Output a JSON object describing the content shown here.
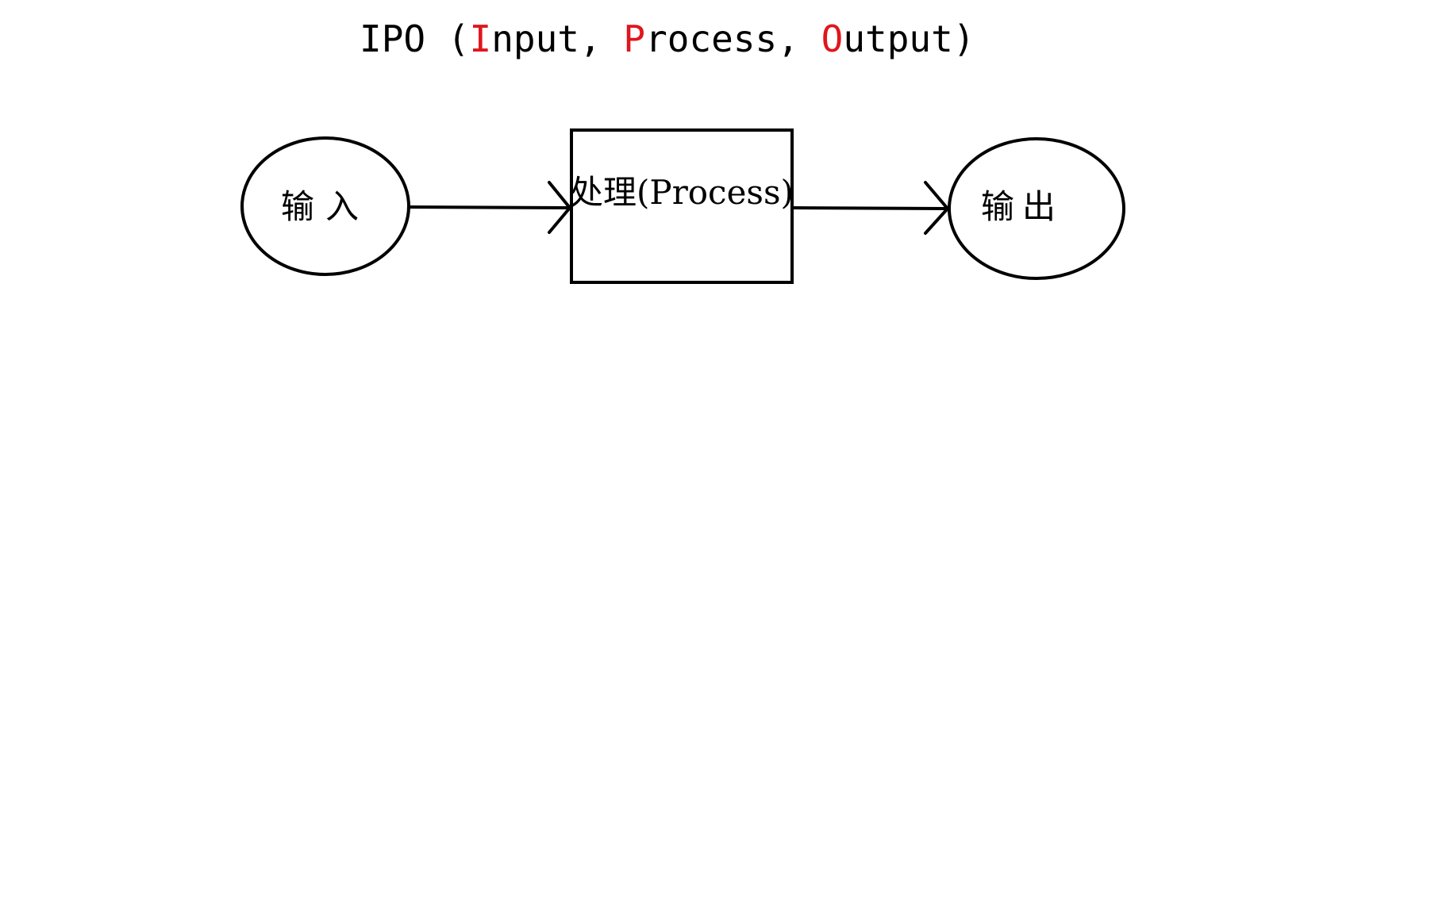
{
  "title": {
    "prefix": "IPO (",
    "i_letter": "I",
    "i_rest": "nput, ",
    "p_letter": "P",
    "p_rest": "rocess, ",
    "o_letter": "O",
    "o_rest": "utput)",
    "highlight_color": "#e0161d",
    "text_color": "#000000"
  },
  "nodes": {
    "input": {
      "label": "输入",
      "shape": "ellipse"
    },
    "process": {
      "label": "处理(Process)",
      "shape": "rectangle"
    },
    "output": {
      "label": "输出",
      "shape": "ellipse"
    }
  },
  "edges": [
    {
      "from": "input",
      "to": "process"
    },
    {
      "from": "process",
      "to": "output"
    }
  ]
}
